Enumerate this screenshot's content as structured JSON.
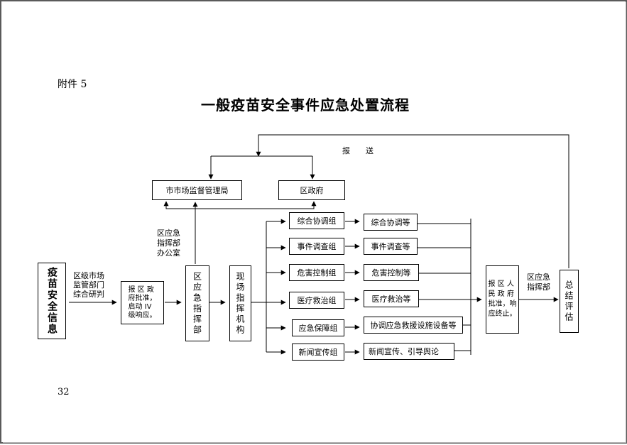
{
  "attachment_label": "附件 5",
  "title": "一般疫苗安全事件应急处置流程",
  "page_number": "32",
  "labels": {
    "report": "报　　送",
    "district_research": "区级市场\n监管部门\n综合研判",
    "command_office": "区应急\n指挥部\n办公室",
    "command_hq": "区应急\n指挥部"
  },
  "nodes": {
    "info": "疫苗安全信息",
    "city_bureau": "市市场监督管理局",
    "district_gov": "区政府",
    "report_approve": "报 区 政\n府批准，\n启动 IV\n级响应。",
    "command": "区应急指挥部",
    "onsite": "现场指挥机构",
    "groups": [
      "综合协调组",
      "事件调查组",
      "危害控制组",
      "医疗救治组",
      "应急保障组",
      "新闻宣传组"
    ],
    "tasks": [
      "综合协调等",
      "事件调查等",
      "危害控制等",
      "医疗救治等",
      "协调应急救援设施设备等",
      "新闻宣传、引导舆论"
    ],
    "end_approve": "报 区 人\n民 政 府\n批准，响\n应终止。",
    "summary": "总结评估"
  }
}
